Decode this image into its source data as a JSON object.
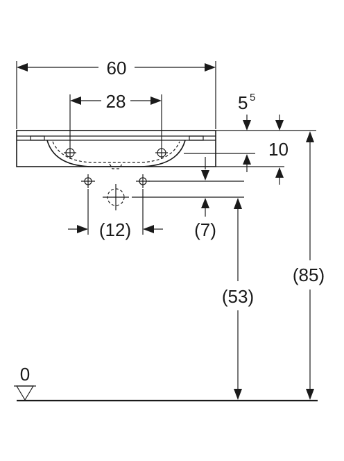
{
  "dimensions": {
    "overall_width": "60",
    "tap_hole_spacing": "28",
    "rim_thickness_main": "5",
    "rim_thickness_sup": "5",
    "basin_depth": "10",
    "waste_spacing": "(12)",
    "waste_offset": "(7)",
    "waste_height": "(53)",
    "total_height": "(85)",
    "floor_level": "0"
  },
  "colors": {
    "line": "#1a1a1a",
    "background": "#ffffff"
  }
}
